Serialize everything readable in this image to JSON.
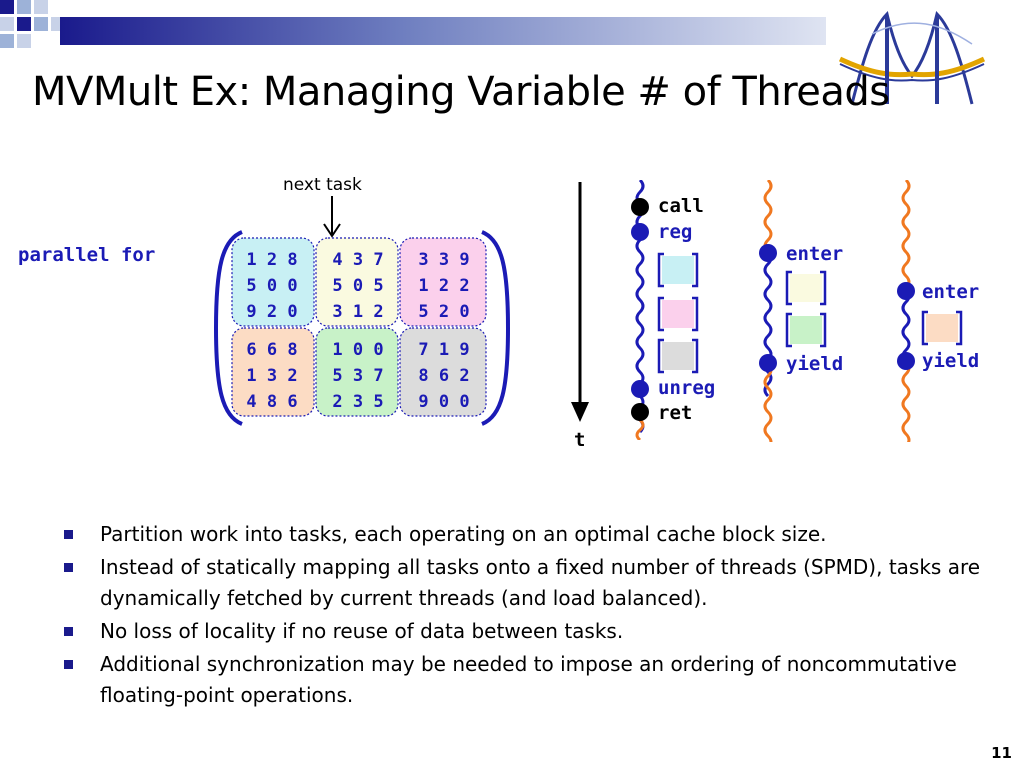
{
  "title": "MVMult Ex: Managing Variable # of Threads",
  "diagram": {
    "next_task_label": "next task",
    "parallel_for_label": "parallel for",
    "matrix_blocks": [
      {
        "rows": [
          "1 2 8",
          "5 0 0",
          "9 2 0"
        ],
        "color": "#c8f0f4"
      },
      {
        "rows": [
          "4 3 7",
          "5 0 5",
          "3 1 2"
        ],
        "color": "#fafae0"
      },
      {
        "rows": [
          "3 3 9",
          "1 2 2",
          "5 2 0"
        ],
        "color": "#fbd0ec"
      },
      {
        "rows": [
          "6 6 8",
          "1 3 2",
          "4 8 6"
        ],
        "color": "#fcdcc4"
      },
      {
        "rows": [
          "1 0 0",
          "5 3 7",
          "2 3 5"
        ],
        "color": "#c8f2c8"
      },
      {
        "rows": [
          "7 1 9",
          "8 6 2",
          "9 0 0"
        ],
        "color": "#dcdcdc"
      }
    ],
    "time_label": "t",
    "thread1": {
      "call": "call",
      "reg": "reg",
      "unreg": "unreg",
      "ret": "ret"
    },
    "thread2": {
      "enter": "enter",
      "yield": "yield"
    },
    "thread3": {
      "enter": "enter",
      "yield": "yield"
    }
  },
  "bullets": [
    "Partition work into tasks, each operating on an optimal cache block size.",
    "Instead of statically mapping all tasks onto a fixed number of threads (SPMD), tasks are dynamically fetched by current threads (and load balanced).",
    "No loss of locality if no reuse of data between tasks.",
    "Additional synchronization may be needed to impose an ordering of noncommutative floating-point operations."
  ],
  "page_number": "11",
  "colors": {
    "accent_blue": "#1b1bb5",
    "thread_blue": "#1b1bb5",
    "thread_orange": "#f07820",
    "bullet_square": "#1a1a8c"
  }
}
